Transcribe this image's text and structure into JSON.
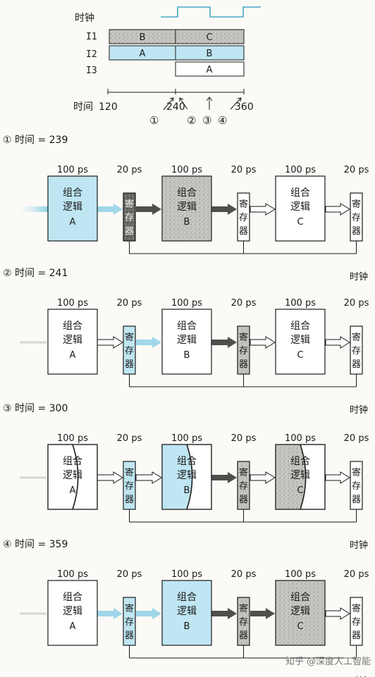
{
  "colors": {
    "blue": "#bfe6f2",
    "gray": "#c8c6c0",
    "dark": "#4a4a48",
    "white": "#ffffff",
    "ink": "#1a1a1a"
  },
  "timing": {
    "clock_label": "时钟",
    "rows": [
      {
        "label": "I1",
        "segments": [
          {
            "text": "B",
            "fill": "gray"
          },
          {
            "text": "C",
            "fill": "gray"
          }
        ]
      },
      {
        "label": "I2",
        "segments": [
          {
            "text": "A",
            "fill": "blue"
          },
          {
            "text": "B",
            "fill": "blue"
          }
        ]
      },
      {
        "label": "I3",
        "segments": [
          {
            "text": "",
            "fill": "none"
          },
          {
            "text": "A",
            "fill": "white"
          }
        ]
      }
    ],
    "axis": {
      "label": "时间",
      "ticks": [
        "120",
        "240",
        "360"
      ],
      "markers": [
        "①",
        "②",
        "③",
        "④"
      ]
    }
  },
  "stage_labels": {
    "comb_delay": "100 ps",
    "reg_delay": "20 ps",
    "comb_line1": "组合",
    "comb_line2": "逻辑",
    "reg_chars": [
      "寄",
      "存",
      "器"
    ],
    "clock": "时钟"
  },
  "snapshots": [
    {
      "title": "① 时间 = 239",
      "blocks": [
        {
          "letter": "A",
          "fill": "blue",
          "curve": false
        },
        {
          "letter": "B",
          "fill": "gray",
          "curve": false
        },
        {
          "letter": "C",
          "fill": "white",
          "curve": false
        }
      ],
      "registers": [
        "dark",
        "white",
        "white"
      ],
      "arrows": [
        "blue",
        "blue",
        "dark",
        "dark",
        "white",
        "white"
      ]
    },
    {
      "title": "② 时间 = 241",
      "blocks": [
        {
          "letter": "A",
          "fill": "white",
          "curve": false
        },
        {
          "letter": "B",
          "fill": "white",
          "curve": false
        },
        {
          "letter": "C",
          "fill": "white",
          "curve": false
        }
      ],
      "registers": [
        "blue",
        "gray",
        "white"
      ],
      "arrows": [
        "white",
        "white",
        "blue",
        "dark",
        "white",
        "white"
      ]
    },
    {
      "title": "③ 时间 = 300",
      "blocks": [
        {
          "letter": "A",
          "fill": "white",
          "curve": true
        },
        {
          "letter": "B",
          "fill": "blue",
          "curve": true
        },
        {
          "letter": "C",
          "fill": "gray",
          "curve": true
        }
      ],
      "registers": [
        "blue",
        "gray",
        "white"
      ],
      "arrows": [
        "white",
        "white",
        "white",
        "dark",
        "white",
        "white"
      ]
    },
    {
      "title": "④ 时间 = 359",
      "blocks": [
        {
          "letter": "A",
          "fill": "white",
          "curve": false
        },
        {
          "letter": "B",
          "fill": "blue",
          "curve": false
        },
        {
          "letter": "C",
          "fill": "gray",
          "curve": false
        }
      ],
      "registers": [
        "blue",
        "gray",
        "white"
      ],
      "arrows": [
        "white",
        "blue",
        "blue",
        "dark",
        "dark",
        "white"
      ]
    }
  ],
  "watermark": "知乎 @深度人工智能"
}
